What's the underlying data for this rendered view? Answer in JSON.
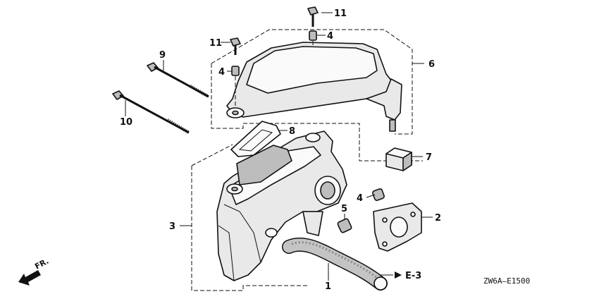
{
  "diagram": {
    "callouts": {
      "c1": "1",
      "c2": "2",
      "c3": "3",
      "c4a": "4",
      "c4b": "4",
      "c4c": "4",
      "c5": "5",
      "c6": "6",
      "c7": "7",
      "c8": "8",
      "c9": "9",
      "c10": "10",
      "c11a": "11",
      "c11b": "11"
    },
    "reference": "E-3",
    "direction_label": "FR.",
    "drawing_code": "ZW6A—E1500"
  }
}
